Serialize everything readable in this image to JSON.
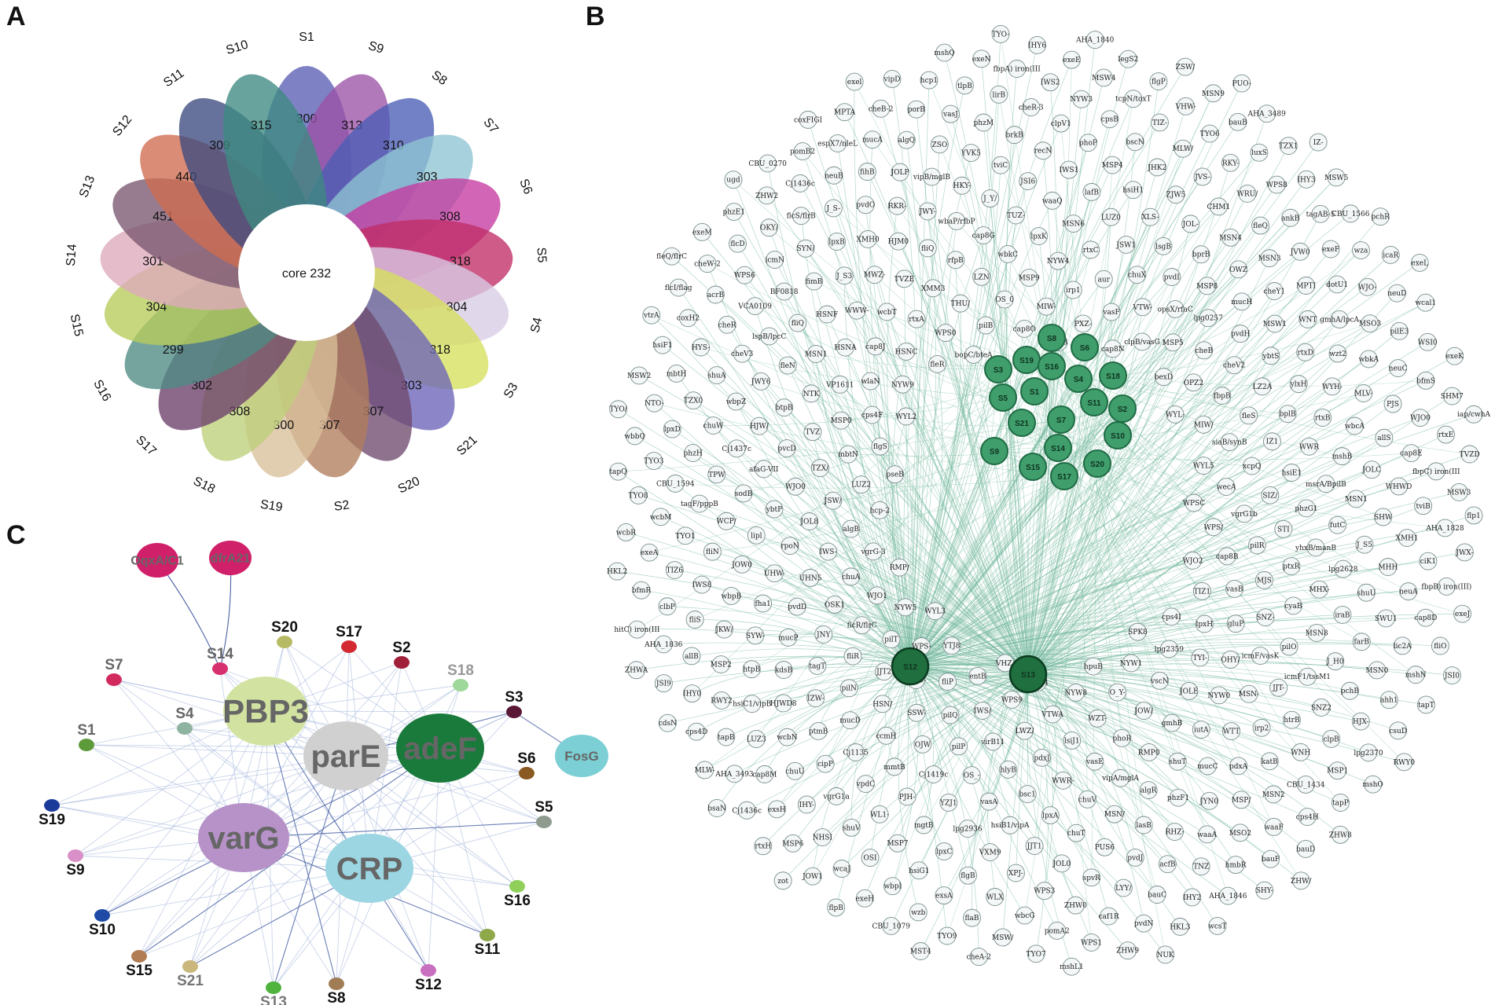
{
  "panels": {
    "a": "A",
    "b": "B",
    "c": "C"
  },
  "venn": {
    "core_label": "core 232",
    "petals": [
      {
        "sample": "S1",
        "count": "300",
        "color": "#5a5fb5"
      },
      {
        "sample": "S9",
        "count": "313",
        "color": "#9b52a6"
      },
      {
        "sample": "S8",
        "count": "310",
        "color": "#4a5eb5"
      },
      {
        "sample": "S7",
        "count": "303",
        "color": "#8ec4d2"
      },
      {
        "sample": "S6",
        "count": "308",
        "color": "#c53aa0"
      },
      {
        "sample": "S5",
        "count": "318",
        "color": "#c02d66"
      },
      {
        "sample": "S4",
        "count": "304",
        "color": "#d8cce4"
      },
      {
        "sample": "S3",
        "count": "318",
        "color": "#d6e05e"
      },
      {
        "sample": "S21",
        "count": "303",
        "color": "#6c64b8"
      },
      {
        "sample": "S20",
        "count": "307",
        "color": "#6e4a6e"
      },
      {
        "sample": "S2",
        "count": "307",
        "color": "#b17e5c"
      },
      {
        "sample": "S19",
        "count": "300",
        "color": "#d8bf9a"
      },
      {
        "sample": "S18",
        "count": "308",
        "color": "#bed07a"
      },
      {
        "sample": "S17",
        "count": "302",
        "color": "#6c3f6a"
      },
      {
        "sample": "S16",
        "count": "299",
        "color": "#4e8a84"
      },
      {
        "sample": "S15",
        "count": "304",
        "color": "#b6cc5a"
      },
      {
        "sample": "S14",
        "count": "301",
        "color": "#deabbb"
      },
      {
        "sample": "S13",
        "count": "451",
        "color": "#7a5670"
      },
      {
        "sample": "S12",
        "count": "440",
        "color": "#cf6b50"
      },
      {
        "sample": "S11",
        "count": "309",
        "color": "#3c4a80"
      },
      {
        "sample": "S10",
        "count": "315",
        "color": "#3e8a82"
      }
    ]
  },
  "network_b": {
    "sample_nodes": [
      "S8",
      "S6",
      "S3",
      "S19",
      "S16",
      "S4",
      "S18",
      "S5",
      "S1",
      "S11",
      "S2",
      "S21",
      "S7",
      "S10",
      "S9",
      "S14",
      "S20",
      "S15",
      "S17"
    ],
    "hubs": [
      "S12",
      "S13"
    ],
    "genes": [
      "WPSC",
      "WYL3",
      "hasB",
      "SPK8",
      "pseB",
      "WYL-",
      "VHZ-",
      "bopC/bteA",
      "WJO2",
      "RMP/",
      "cap8N",
      "hpuB",
      "WYL2",
      "WYL5",
      "YTJ8",
      "cap8O",
      "cps4I",
      "hcp-2",
      "bexD",
      "WZS4",
      "fleR",
      "WPS/",
      "NYW5",
      "PXZ-",
      "NYW1",
      "flgS",
      "MIW/",
      "entB",
      "pilB",
      "TIZ1",
      "vgrG-3",
      "clpB/vasG",
      "NYW8",
      "NYW9",
      "wecA",
      "WPS-",
      "MIW-",
      "lpg2359",
      "LUZ2",
      "OPZ2",
      "WPS9",
      "WPS0",
      "cap8B",
      "WJO1",
      "vasF",
      "O_Y-",
      "cps4F",
      "siaB/synB",
      "fliP",
      "OS_0",
      "lpxH",
      "algB",
      "MSP5",
      "VTWA",
      "HSNC",
      "vgrG1b",
      "pilT",
      "irp1",
      "vscN",
      "mbtN",
      "fbpB",
      "IWS/",
      "THU/",
      "vasB",
      "chuA",
      "VTW-",
      "WZT-",
      "wlaN",
      "xcpQ",
      "MSO-",
      "MSP9",
      "TYI-",
      "JSW/",
      "cheB",
      "LWZ/",
      "rtxA",
      "pilR",
      "flcR/flrC",
      "aur",
      "JOW/",
      "MSP0",
      "fleS",
      "pilQ",
      "LZN",
      "gluP",
      "IWS-",
      "opsX/rfaC",
      "lsiJ1",
      "cap8J",
      "SIZ/",
      "JJT2",
      "NYW4",
      "JOLE",
      "TZX/",
      "cheV2",
      "virB11",
      "XMM3",
      "MJS",
      "OSK1",
      "chuX",
      "phoR",
      "VP1611",
      "IZ1",
      "SSW-",
      "wbkC",
      "OHY/",
      "JOL8",
      "lpg0257",
      "pdxJ",
      "wcbT",
      "STI",
      "fliR",
      "rtxC",
      "gmhB",
      "TVZ",
      "LZ2A",
      "pilP",
      "rfpB",
      "SNZ-",
      "UHN5",
      "pvdI",
      "vasE",
      "HSNA",
      "hsiE1",
      "HSN/",
      "lpxK",
      "NYW0",
      "WJO0",
      "pvdH",
      "hlyB",
      "TVZE",
      "ptxR",
      "JNY",
      "JSW1",
      "RMP0",
      "NTK",
      "bplB",
      "OJW",
      "cap8G",
      "icmF/vasK",
      "rpoN",
      "MSP8",
      "WWR-",
      "WWW-",
      "phzG1",
      "pilN",
      "MSN6",
      "iutA",
      "pvcD",
      "ybtS",
      "OS_-",
      "fliQ",
      "cyaB",
      "pvdD",
      "lsgB",
      "vipA/mglA",
      "MSN1",
      "WWR",
      "ccmH",
      "TUZ-",
      "MSN-",
      "ybtP",
      "mucH",
      "bsc1",
      "MWZ-",
      "yhxB/manB",
      "tagT",
      "LUZ0",
      "shuT",
      "btpB",
      "ylxH",
      "Cj1419c",
      "wbaP/rfbP",
      "pilO",
      "UHW-",
      "bprB",
      "chuV",
      "HSNF",
      "msrA/BpilB",
      "mucD",
      "waaQ",
      "WTT",
      "afaG-VII",
      "MSW1",
      "vasA",
      "HJM0",
      "MHX-",
      "mucP",
      "XLS-",
      "algR",
      "fleN",
      "rtxB",
      "mmtB",
      "J_Y/",
      "JJT-",
      "lipl",
      "OWZ",
      "lpxA",
      "J_S3",
      "futC",
      "IZW-",
      "lafB",
      "mucC",
      "HJW/",
      "rtxD",
      "YZJ1",
      "JWY-",
      "MSN8",
      "fha1",
      "JOL-",
      "MSN/",
      "fliQ",
      "mshB",
      "Cj1135",
      "JSI6",
      "irp2",
      "sodB",
      "cheY1",
      "hsiB1/vipA",
      "XMH0",
      "lpg2628",
      "kdsB",
      "hsiH1",
      "phzF1",
      "JWY6",
      "WYH-",
      "PJH-",
      "HKY-",
      "icmF1/tssM1",
      "JOW0",
      "MSN4",
      "chuT",
      "fimB",
      "MSN1",
      "ptmB",
      "IWS1",
      "pdxA",
      "Cj1437c",
      "WNT",
      "lpg2936",
      "RKR-",
      "iraB",
      "SYW-",
      "ZJW5",
      "lasB",
      "lspB/lpcC",
      "wbcA",
      "vpdC",
      "tviC",
      "htrB",
      "WCP/",
      "MSN3",
      "JJT1",
      "lpxB",
      "J_S5",
      "HJWD8",
      "MSP4",
      "JYN0",
      "wbpZ",
      "wzt2",
      "mgtB",
      "vipB/mglB",
      "J_H0",
      "wbpB",
      "CHM1",
      "PUS6",
      "BF0818",
      "JOLC",
      "cipP",
      "recN",
      "katB",
      "TPW",
      "MPTI",
      "VXM9",
      "pvdO",
      "shuU",
      "htpB",
      "JHK2",
      "RHZ-",
      "cheV3",
      "MLV-",
      "WL1-",
      "YVK5",
      "SNZ2",
      "fliN",
      "fleQ",
      "JOL0",
      "SYN/",
      "SHW",
      "wcbN",
      "phoP",
      "MSP/",
      "chuW",
      "gmhA/lpcA",
      "lpxC",
      "JOLP",
      "farB",
      "JKW/",
      "JVS-",
      "pvdJ",
      "VCA0109",
      "allS",
      "vgrG1a",
      "brkB",
      "WNH",
      "tagF/pppB",
      "JVW0",
      "XPJ-",
      "J_S-",
      "MHH",
      "hsiC1/vipB",
      "bscN",
      "waaA",
      "shuA",
      "wbkA",
      "MSP7",
      "ZSO",
      "pchB",
      "IWS8",
      "WRU/",
      "spvR",
      "icmN",
      "WHWD",
      "chuU",
      "clpV1",
      "MSN2",
      "phzH",
      "dotU1",
      "flgB",
      "fihB",
      "SWU1",
      "MSP2",
      "MLW/",
      "acfB",
      "cheR",
      "PJS",
      "shuV",
      "phzM",
      "clpB",
      "TYO1",
      "ankB",
      "WPS3",
      "flcS/flrB",
      "XMH1",
      "LUZ3",
      "cpsB",
      "MSO2",
      "TZX0",
      "MSO3",
      "hsiG1",
      "algQ",
      "MSN0",
      "fliS",
      "RKY-",
      "LYY/",
      "WPS6",
      "cap8E",
      "IHY-",
      "cheR-3",
      "CBU_1434",
      "CBU_1594",
      "exeF",
      "WLX",
      "neuB",
      "neuA",
      "RWY2",
      "TIZ-",
      "TNZ",
      "HYS-",
      "neuC",
      "OSI",
      "vasJ",
      "HJX-",
      "TIZ6",
      "WPS8",
      "ZHW0",
      "OKY/",
      "tviB",
      "cap8M",
      "NYW3",
      "waaF",
      "lpxD",
      "WJO-",
      "exsA",
      "mucA",
      "lic2A",
      "allB",
      "TYO6",
      "bauC",
      "acrB",
      "WJO0",
      "NHSI",
      "lirB",
      "MSP1",
      "wcbM",
      "tagAB-5",
      "wbcG",
      "Cj1436c",
      "ciK1",
      "tapB",
      "tcpN/toxT",
      "hmbR",
      "mbtH",
      "pilE3",
      "wbpl",
      "porB",
      "ahh1",
      "clbP",
      "luxS",
      "caf1R",
      "flcD",
      "fbpC) iron(III",
      "exsH",
      "IWS2",
      "cps4H",
      "TYO3",
      "wza",
      "flaB",
      "espX7/nleL",
      "cap8D",
      "IHY0",
      "VHW-",
      "IHY2",
      "coxH2",
      "bfmS",
      "wcaJ",
      "tlpB",
      "lpg2370",
      "exeA",
      "IHY3",
      "pomA2",
      "ZHW2",
      "AHA_1828",
      "AHA_3493",
      "MSW4",
      "bauF",
      "NTO-",
      "neuD",
      "wzb",
      "cheB-2",
      "mshN",
      "AHA_1836",
      "bauB",
      "pvdN",
      "cheW-2",
      "rtxE",
      "MSP6",
      "fbpA) iron(III",
      "tapP",
      "TYO8",
      "CBU_1566",
      "MSW/",
      "pomB2",
      "fbpB) iron(III)",
      "cps4D",
      "flgP",
      "AHA_1846",
      "hsiF1",
      "WSI0",
      "exeH",
      "hcp1",
      "csuD",
      "bfmR",
      "TZX1",
      "WPS1",
      "phzE1",
      "MSW3",
      "Cj1436c",
      "exeE",
      "bauD",
      "wbbQ",
      "icaR",
      "TYO9",
      "MPTA",
      "fliO",
      "JSI9",
      "MSN9",
      "HKL3",
      "flcI/flag",
      "SHM7",
      "JOW1",
      "exeN",
      "mshO",
      "wcbR",
      "MSW5",
      "TYO7",
      "CBU_0270",
      "JWX-",
      "MLW-",
      "legS2",
      "SHY-",
      "MSW2",
      "wcal1",
      "CBU_1079",
      "vipD",
      "tapT",
      "hitC) iron(III",
      "AHA_3489",
      "ZHW9",
      "exeM",
      "TVZD",
      "rtxH",
      "IHY6",
      "ZHW8",
      "tapQ",
      "pchR",
      "cheA-2",
      "coxFIGI",
      "exeJ",
      "cdsN",
      "ZSW/",
      "wcsT",
      "vtrA",
      "exeK",
      "flpB",
      "mshQ",
      "RWY0",
      "HKL2",
      "IZ-",
      "mshL1",
      "ugd",
      "flp1",
      "bsaN",
      "AHA_1840",
      "ZHW/",
      "TYO/",
      "exeL",
      "MST4",
      "exel",
      "JSI0",
      "ZHWA",
      "PUO-",
      "NUK",
      "fleQ/flrC",
      "iap/cwhA",
      "zot",
      "TYO-"
    ]
  },
  "network_c": {
    "genes": [
      {
        "name": "PBP3",
        "color": "#d2e3a1",
        "size": 44
      },
      {
        "name": "parE",
        "color": "#d0d0d0",
        "size": 36
      },
      {
        "name": "adeF",
        "color": "#1a7a3c",
        "size": 38
      },
      {
        "name": "varG",
        "color": "#b692c8",
        "size": 38
      },
      {
        "name": "CRP",
        "color": "#9bd6e2",
        "size": 38
      },
      {
        "name": "FosG",
        "color": "#7ccfd4",
        "size": 15
      },
      {
        "name": "OqxA/C1",
        "color": "#d1206a",
        "size": 13
      },
      {
        "name": "dfrA21",
        "color": "#d1206a",
        "size": 13
      }
    ],
    "samples": [
      {
        "name": "S14",
        "color": "#d7306e",
        "label_color": "#666666"
      },
      {
        "name": "S20",
        "color": "#b7ba64",
        "label_color": "#111111"
      },
      {
        "name": "S17",
        "color": "#d32a32",
        "label_color": "#111111"
      },
      {
        "name": "S2",
        "color": "#a02039",
        "label_color": "#111111"
      },
      {
        "name": "S18",
        "color": "#9ed89b",
        "label_color": "#999999"
      },
      {
        "name": "S7",
        "color": "#d22a5e",
        "label_color": "#666666"
      },
      {
        "name": "S4",
        "color": "#8fb3a1",
        "label_color": "#666666"
      },
      {
        "name": "S3",
        "color": "#5a1836",
        "label_color": "#111111"
      },
      {
        "name": "S1",
        "color": "#5d9a3a",
        "label_color": "#666666"
      },
      {
        "name": "S6",
        "color": "#8a5a22",
        "label_color": "#111111"
      },
      {
        "name": "S5",
        "color": "#8e9b8e",
        "label_color": "#111111"
      },
      {
        "name": "S19",
        "color": "#1a3b9a",
        "label_color": "#111111"
      },
      {
        "name": "S9",
        "color": "#d98fc8",
        "label_color": "#111111"
      },
      {
        "name": "S16",
        "color": "#8fcf5a",
        "label_color": "#111111"
      },
      {
        "name": "S10",
        "color": "#1f4ba6",
        "label_color": "#111111"
      },
      {
        "name": "S11",
        "color": "#8fa84a",
        "label_color": "#111111"
      },
      {
        "name": "S15",
        "color": "#b07d55",
        "label_color": "#111111"
      },
      {
        "name": "S21",
        "color": "#c9b77c",
        "label_color": "#777777"
      },
      {
        "name": "S13",
        "color": "#4fb33d",
        "label_color": "#777777"
      },
      {
        "name": "S8",
        "color": "#a07d55",
        "label_color": "#111111"
      },
      {
        "name": "S12",
        "color": "#c86fbf",
        "label_color": "#111111"
      }
    ]
  }
}
